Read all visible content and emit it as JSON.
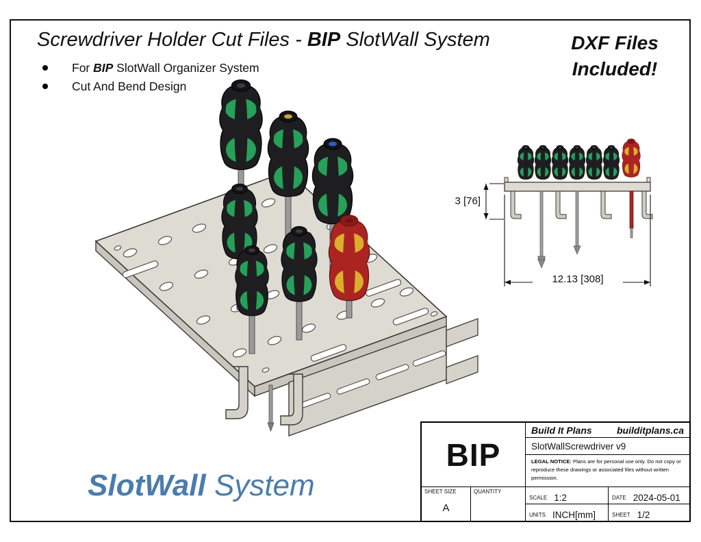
{
  "header": {
    "title_pre": "Screwdriver Holder Cut Files - ",
    "title_bold": "BIP",
    "title_post": " SlotWall System",
    "dxf_line1": "DXF Files",
    "dxf_line2": "Included!",
    "bullet1_pre": "For ",
    "bullet1_bold": "BIP",
    "bullet1_post": " SlotWall Organizer System",
    "bullet2": "Cut And Bend Design"
  },
  "drawing": {
    "dim_height": "3 [76]",
    "dim_width": "12.13 [308]"
  },
  "brand": {
    "bold": "SlotWall",
    "regular": " System"
  },
  "titleblock": {
    "logo": "BIP",
    "company": "Build It Plans",
    "website": "builditplans.ca",
    "drawing_name": "SlotWallScrewdriver v9",
    "legal_label": "LEGAL NOTICE:",
    "legal_text": " Plans are for personal use only. Do not copy or reproduce these drawings or associated files without written permission.",
    "sheet_size_label": "SHEET SIZE",
    "sheet_size_value": "A",
    "quantity_label": "QUANTITY",
    "quantity_value": "",
    "scale_label": "SCALE",
    "scale_value": "1:2",
    "date_label": "DATE",
    "date_value": "2024-05-01",
    "units_label": "UNITS",
    "units_value": "INCH[mm]",
    "sheet_label": "SHEET",
    "sheet_value": "1/2"
  },
  "colors": {
    "brand_blue": "#4a7cad",
    "handle_green": "#27a05a",
    "handle_dark": "#1e1e21",
    "handle_red": "#ac2421",
    "handle_yellow": "#dcae2e",
    "plate": "#dedbd3"
  }
}
